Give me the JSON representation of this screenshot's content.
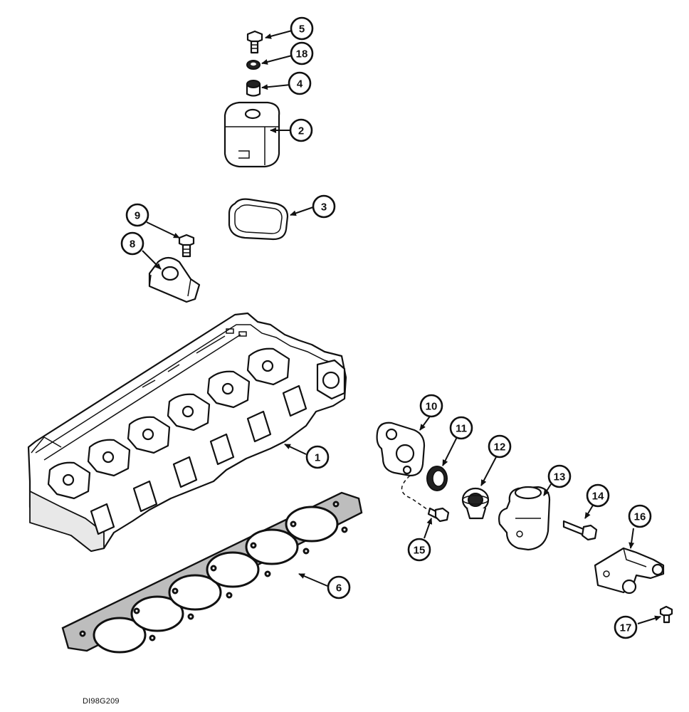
{
  "drawing_id": "DI98G209",
  "callouts": {
    "c1": "1",
    "c2": "2",
    "c3": "3",
    "c4": "4",
    "c5": "5",
    "c6": "6",
    "c8": "8",
    "c9": "9",
    "c10": "10",
    "c11": "11",
    "c12": "12",
    "c13": "13",
    "c14": "14",
    "c15": "15",
    "c16": "16",
    "c17": "17",
    "c18": "18"
  }
}
